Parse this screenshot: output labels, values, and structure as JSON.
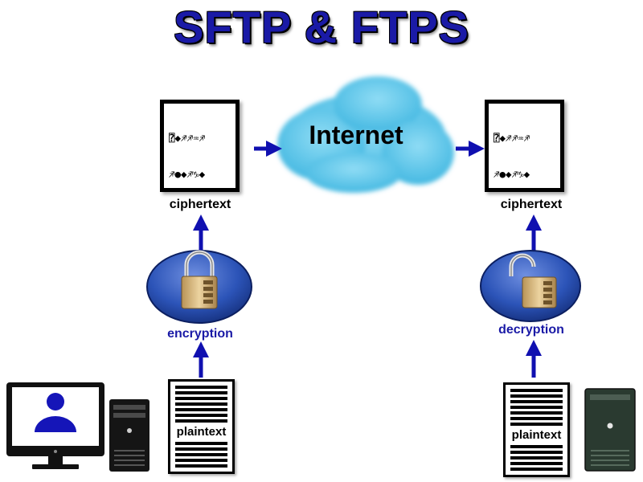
{
  "title": "SFTP & FTPS",
  "cloud": {
    "label": "Internet"
  },
  "left": {
    "cipher_label": "ciphertext",
    "cipher_lines": [
      "⍰◆♐♐♒♐",
      "♐●◆♐♑◆",
      "⍰□◆♏□◆□",
      "⍰♏♏◆◆◆●",
      "♏□◆□□◆♐",
      "⍰□◆♏□◆□",
      "⍰◆◆⌘  ✍"
    ],
    "process_label": "encryption",
    "plaintext_label": "plaintext"
  },
  "right": {
    "cipher_label": "ciphertext",
    "cipher_lines": [
      "⍰◆♐♐♒♐",
      "♐●◆♐♑◆",
      "⍰□◆♏□◆□",
      "⍰♏♏◆◆◆●",
      "♏□◆□□◆♐",
      "⍰□◆♏□◆□",
      "⍰◆◆⌘  ✍"
    ],
    "process_label": "decryption",
    "plaintext_label": "plaintext"
  },
  "colors": {
    "title": "#1a1aa6",
    "arrow": "#1010b0",
    "cloud": "#5bc6e8",
    "ellipse": "#2c54b8",
    "lock": "#d8b77a",
    "left_server": "#151515",
    "right_server": "#2a3a30"
  }
}
